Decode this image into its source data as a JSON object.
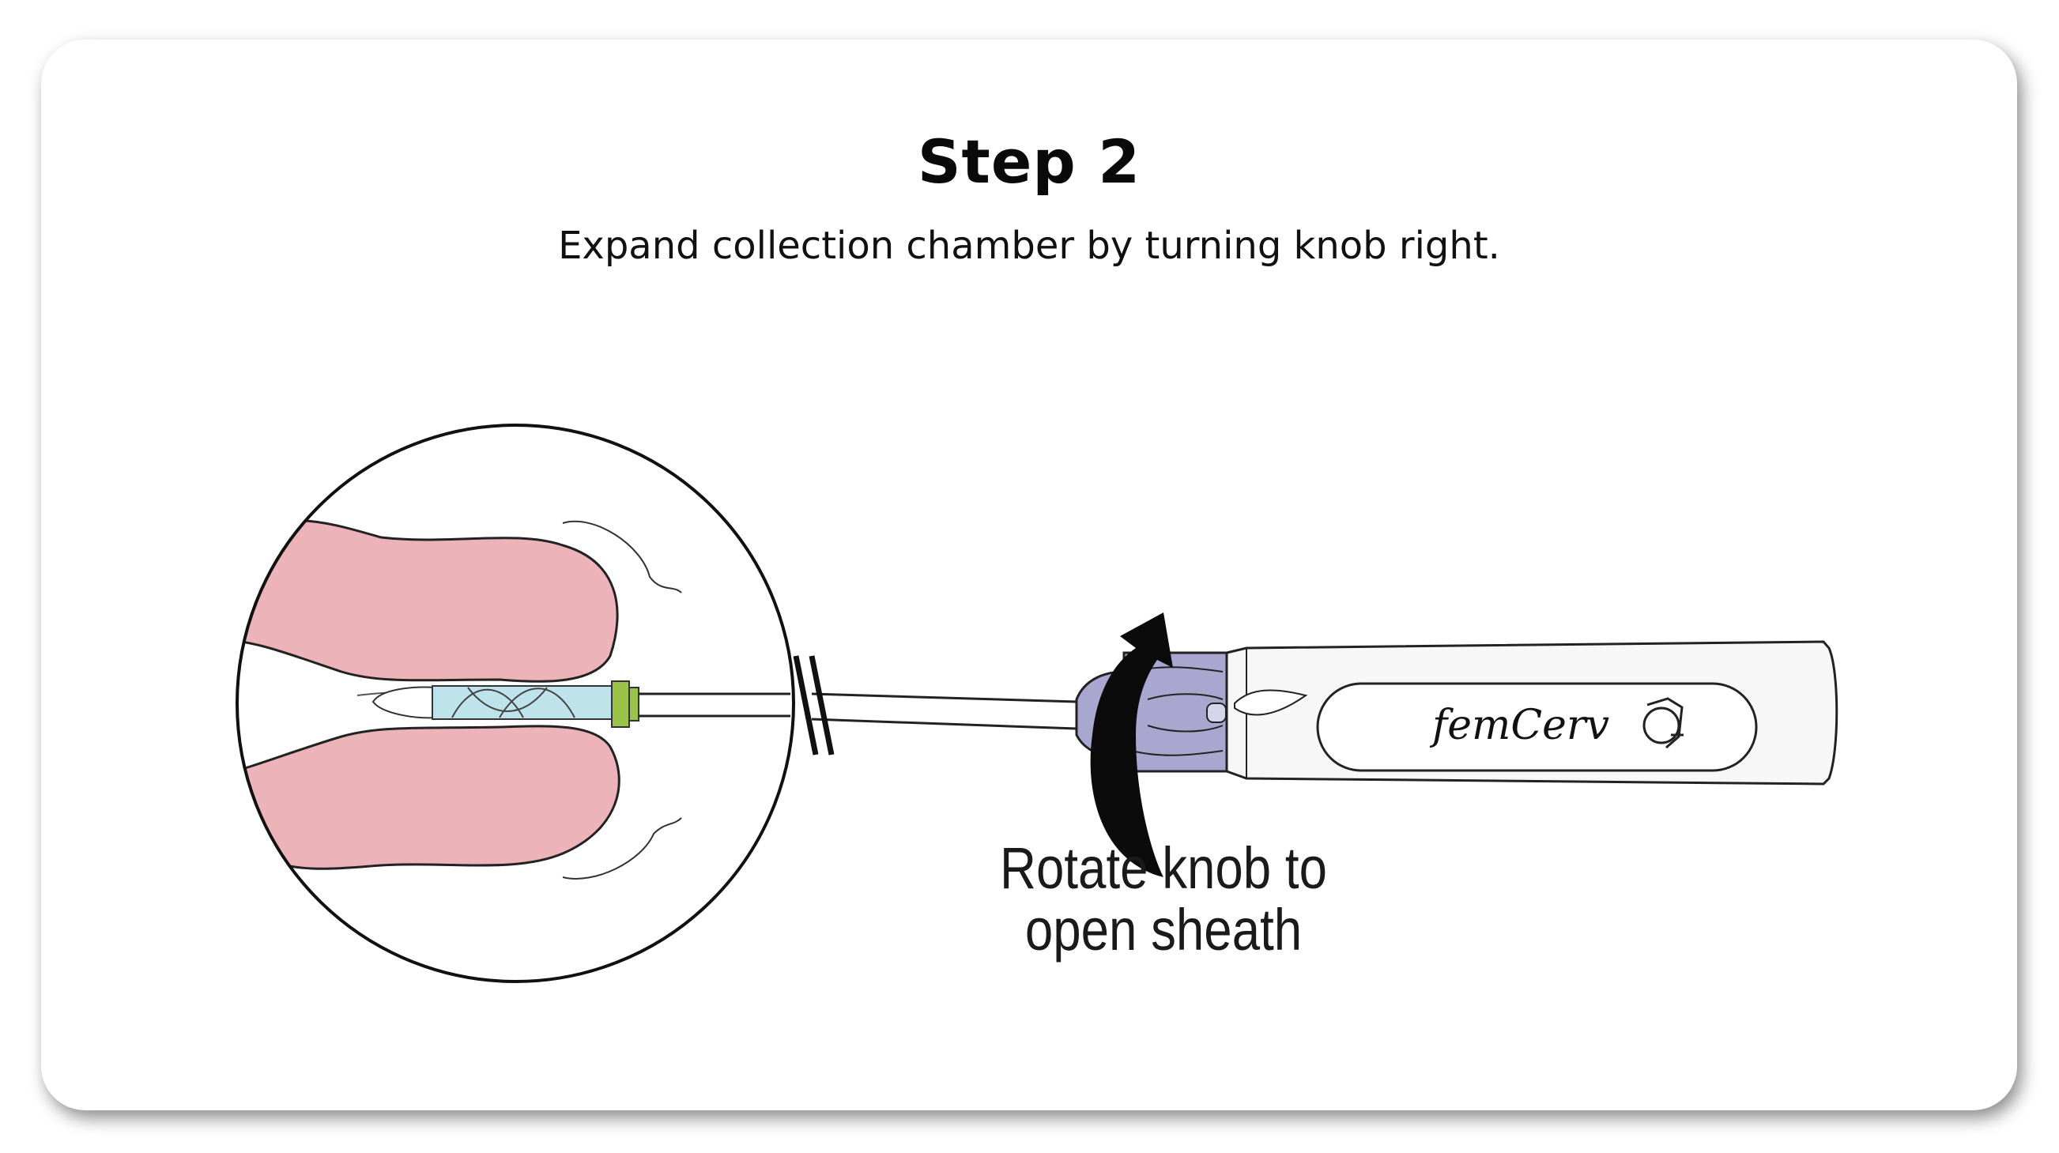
{
  "step": {
    "title": "Step 2",
    "instruction": "Expand collection chamber by turning knob right."
  },
  "device": {
    "brand": "femCerv",
    "knob_color": "#a9a6cf",
    "tip_color": "#9bc34a",
    "sheath_color": "#bfe3ea",
    "tissue_color": "#ecb3b9"
  },
  "callout": {
    "line1": "Rotate knob to",
    "line2": "open sheath"
  },
  "icons": [
    "rotate-arrow-icon",
    "shield-logo-icon"
  ]
}
